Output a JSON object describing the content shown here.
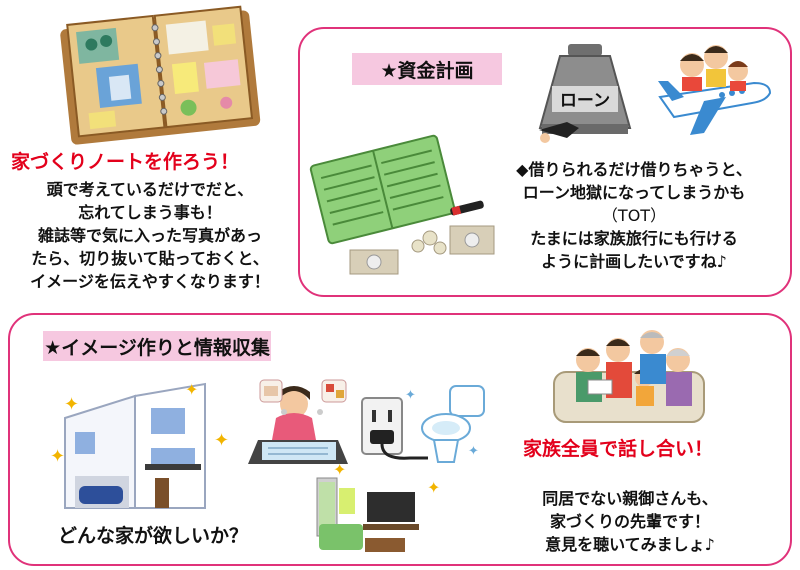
{
  "notebook_section": {
    "title": "家づくりノートを作ろう！",
    "lines": [
      "頭で考えているだけでだと、",
      "忘れてしまう事も！",
      "雑誌等で気に入った写真があっ",
      "たら、切り抜いて貼っておくと、",
      "イメージを伝えやすくなります！"
    ]
  },
  "funding_section": {
    "heading": "★資金計画",
    "weight_label": "ローン",
    "lines": [
      "◆借りられるだけ借りちゃうと、",
      "ローン地獄になってしまうかも",
      "（TOT）",
      "たまには家族旅行にも行ける",
      "ように計画したいですね♪"
    ]
  },
  "image_section": {
    "heading": "★イメージ作りと情報収集",
    "caption": "どんな家が欲しいか？"
  },
  "family_section": {
    "title": "家族全員で話し合い！",
    "lines": [
      "同居でない親御さんも、",
      "家づくりの先輩です！",
      "意見を聴いてみましょ♪"
    ]
  },
  "colors": {
    "border": "#e0327a",
    "heading_bg": "#f6c8e0",
    "title_red": "#e3001b"
  }
}
